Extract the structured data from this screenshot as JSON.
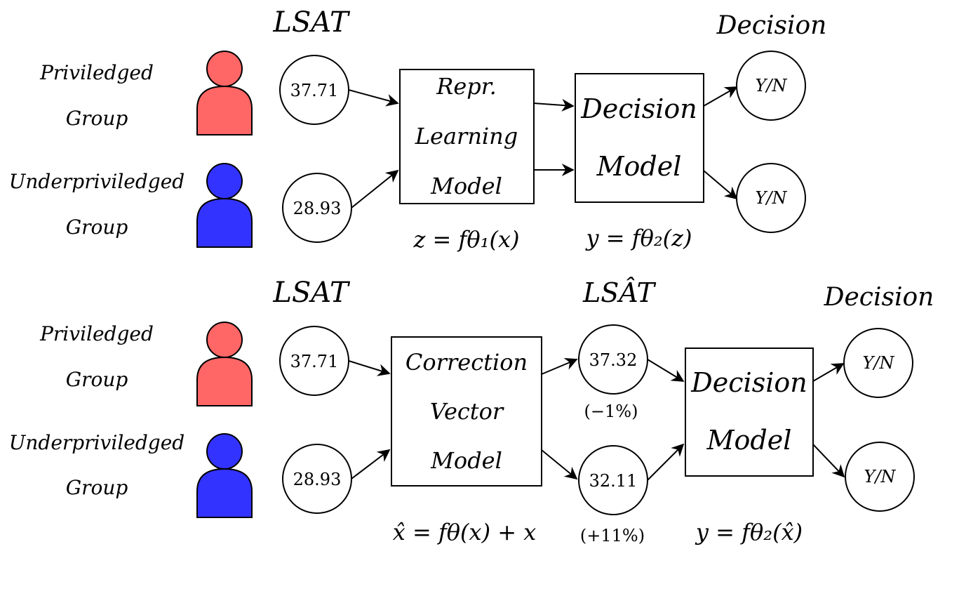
{
  "colors": {
    "privileged": "#ff6666",
    "underprivileged": "#3333ff",
    "stroke": "#000000"
  },
  "top": {
    "lsat_header": "LSAT",
    "decision_header": "Decision",
    "group_priv_line1": "Priviledged",
    "group_priv_line2": "Group",
    "group_under_line1": "Underpriviledged",
    "group_under_line2": "Group",
    "score_priv": "37.71",
    "score_under": "28.93",
    "repr_line1": "Repr.",
    "repr_line2": "Learning",
    "repr_line3": "Model",
    "decision_model_line1": "Decision",
    "decision_model_line2": "Model",
    "output_1": "Y/N",
    "output_2": "Y/N",
    "formula_repr": "z = fθ₁(x)",
    "formula_decision": "y = fθ₂(z)"
  },
  "bottom": {
    "lsat_header": "LSAT",
    "lsat_hat_header": "LSÂT",
    "decision_header": "Decision",
    "group_priv_line1": "Priviledged",
    "group_priv_line2": "Group",
    "group_under_line1": "Underpriviledged",
    "group_under_line2": "Group",
    "score_priv": "37.71",
    "score_under": "28.93",
    "correction_line1": "Correction",
    "correction_line2": "Vector",
    "correction_line3": "Model",
    "corrected_priv": "37.32",
    "corrected_priv_change": "(−1%)",
    "corrected_under": "32.11",
    "corrected_under_change": "(+11%)",
    "decision_model_line1": "Decision",
    "decision_model_line2": "Model",
    "output_1": "Y/N",
    "output_2": "Y/N",
    "formula_correction": "x̂ = fθ(x) + x",
    "formula_decision": "y = fθ₂(x̂)"
  }
}
